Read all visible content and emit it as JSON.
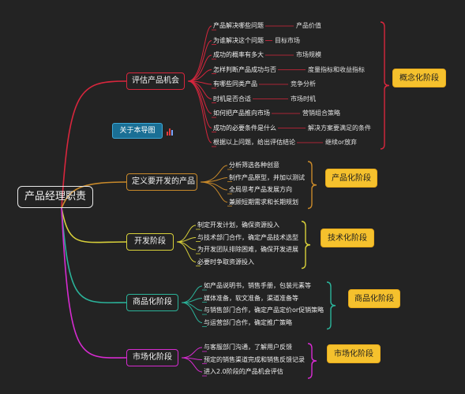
{
  "root": "产品经理职责",
  "about": "关于本导图",
  "branches": [
    {
      "title": "评估产品机会",
      "color": "#d8263d",
      "tag": "概念化阶段",
      "items": [
        {
          "text": "产品解决哪些问题",
          "sub": "产品价值"
        },
        {
          "text": "为谁解决这个问题",
          "sub": "目标市场"
        },
        {
          "text": "成功的概率有多大",
          "sub": "市场规模"
        },
        {
          "text": "怎样判断产品成功与否",
          "sub": "度量指标和收益指标"
        },
        {
          "text": "有哪些同类产品",
          "sub": "竞争分析"
        },
        {
          "text": "时机是否合适",
          "sub": "市场时机"
        },
        {
          "text": "如何把产品推向市场",
          "sub": "营销组合策略"
        },
        {
          "text": "成功的必要条件是什么",
          "sub": "解决方案要满足的条件"
        },
        {
          "text": "根据以上问题，给出评估结论",
          "sub": "继续or放弃"
        }
      ]
    },
    {
      "title": "定义要开发的产品",
      "color": "#c8892a",
      "tag": "产品化阶段",
      "items": [
        {
          "text": "分析筛选各种创意"
        },
        {
          "text": "制作产品原型，并加以测试"
        },
        {
          "text": "全局思考产品发展方向"
        },
        {
          "text": "兼顾短期需求和长期规划"
        }
      ]
    },
    {
      "title": "开发阶段",
      "color": "#d8d03a",
      "tag": "技术化阶段",
      "items": [
        {
          "text": "制定开发计划，确保资源投入"
        },
        {
          "text": "与技术部门合作，确定产品技术选型"
        },
        {
          "text": "为开发团队排除困难，确保开发进展"
        },
        {
          "text": "必要时争取资源投入"
        }
      ]
    },
    {
      "title": "商品化阶段",
      "color": "#2bb39a",
      "tag": "商品化阶段",
      "items": [
        {
          "text": "如产品说明书，销售手册，包装元素等"
        },
        {
          "text": "媒体准备，软文准备，渠道准备等"
        },
        {
          "text": "与销售部门合作，确定产品定价or促销策略"
        },
        {
          "text": "与运营部门合作，确定推广策略"
        }
      ]
    },
    {
      "title": "市场化阶段",
      "color": "#d62bd0",
      "tag": "市场化阶段",
      "items": [
        {
          "text": "与客服部门沟通，了解用户反馈"
        },
        {
          "text": "预定的销售渠道完成和销售反馈记录"
        },
        {
          "text": "进入2.0阶段的产品机会评估"
        }
      ]
    }
  ]
}
